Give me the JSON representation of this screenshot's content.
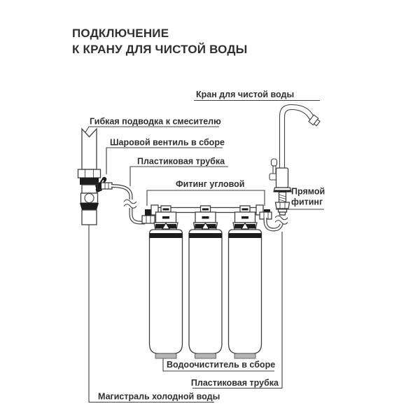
{
  "title": {
    "line1": "ПОДКЛЮЧЕНИЕ",
    "line2": "К КРАНУ ДЛЯ ЧИСТОЙ ВОДЫ"
  },
  "labels": {
    "clean_water_tap": "Кран для чистой воды",
    "flexible_hose": "Гибкая подводка к смесителю",
    "ball_valve": "Шаровой вентиль в сборе",
    "plastic_tube_top": "Пластиковая трубка",
    "corner_fitting": "Фитинг угловой",
    "straight_fitting_line1": "Прямой",
    "straight_fitting_line2": "фитинг",
    "purifier": "Водоочиститель в сборе",
    "plastic_tube_bottom": "Пластиковая трубка",
    "cold_water_main": "Магистраль холодной воды"
  },
  "colors": {
    "background": "#ffffff",
    "line": "#3f3f3f",
    "text": "#2f2f2f",
    "dark_fill": "#1c1c1c",
    "gray_fill": "#b5b5b5"
  }
}
